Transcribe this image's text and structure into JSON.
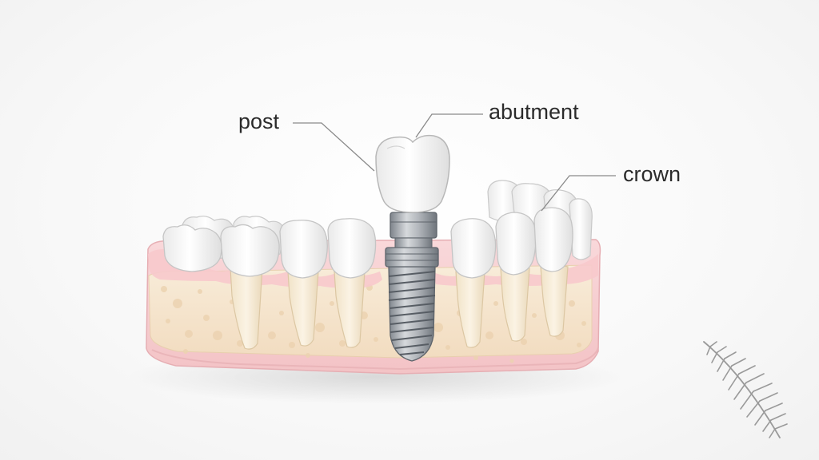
{
  "diagram": {
    "labels": {
      "post": "post",
      "abutment": "abutment",
      "crown": "crown"
    }
  },
  "colors": {
    "gum": "#f6cfd2",
    "bone": "#f6e6cf",
    "tooth": "#fbfbfb",
    "implant_metal": "#a9adb2",
    "leader_line": "#8a8a8a",
    "fern": "#9a9a9a"
  },
  "icons": [
    "fern-icon"
  ]
}
